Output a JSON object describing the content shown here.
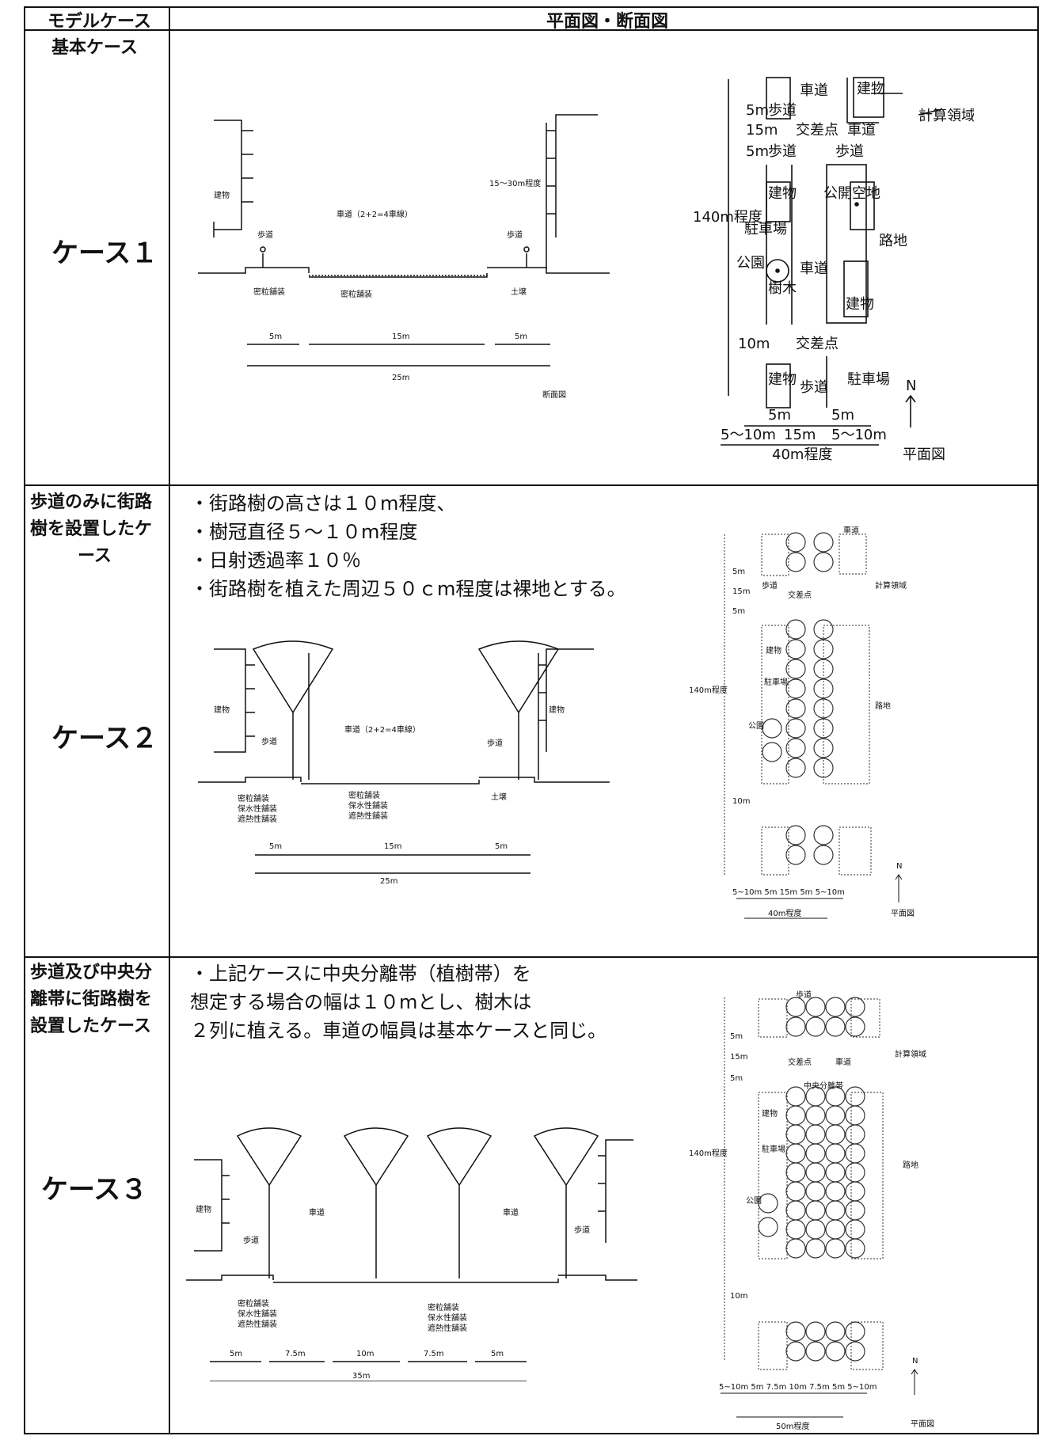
{
  "header": {
    "col1": "モデルケース",
    "col2": "平面図・断面図"
  },
  "rows": [
    {
      "side_label": "基本ケース",
      "case_name": "ケース１",
      "section": {
        "building": "建物",
        "sidewalk": "歩道",
        "road": "車道（2+2=4車線）",
        "height": "15～30m程度",
        "pave_left": "密粒舗装",
        "pave_mid": "密粒舗装",
        "soil": "土壌",
        "dim_5a": "5m",
        "dim_15": "15m",
        "dim_5b": "5m",
        "dim_25": "25m",
        "caption": "断面図"
      },
      "plan": {
        "road_top": "車道",
        "building_tr": "建物",
        "dim_5m_a": "5m",
        "sidewalk_a": "歩道",
        "calc_area": "計算領域",
        "dim_15m": "15m",
        "intersection_a": "交差点",
        "road_mid": "車道",
        "dim_5m_b": "5m",
        "sidewalk_b": "歩道",
        "sidewalk_c": "歩道",
        "building_l": "建物",
        "public_space": "公開空地",
        "length_label": "140m程度",
        "parking_a": "駐車場",
        "alley": "路地",
        "park": "公園",
        "tree": "樹木",
        "road_low": "車道",
        "building_r": "建物",
        "dim_10m": "10m",
        "intersection_b": "交差点",
        "building_b": "建物",
        "sidewalk_d": "歩道",
        "parking_b": "駐車場",
        "north": "N",
        "dim_5m_c": "5m",
        "dim_5m_d": "5m",
        "dim_5_10a": "5～10m",
        "dim_15m_b": "15m",
        "dim_5_10b": "5～10m",
        "dim_40": "40m程度",
        "caption": "平面図"
      }
    },
    {
      "side_label": "歩道のみに街路樹を設置したケース",
      "side_lines": [
        "歩道のみに街路",
        "樹を設置したケ",
        "ース"
      ],
      "case_name": "ケース２",
      "bullets": [
        "・街路樹の高さは１０m程度、",
        "・樹冠直径５～１０m程度",
        "・日射透過率１０％",
        "・街路樹を植えた周辺５０ｃm程度は裸地とする。"
      ],
      "section": {
        "building_l": "建物",
        "building_r": "建物",
        "sidewalk_l": "歩道",
        "sidewalk_r": "歩道",
        "road": "車道（2+2=4車線）",
        "pave_l": [
          "密粒舗装",
          "保水性舗装",
          "遮熱性舗装"
        ],
        "pave_m": [
          "密粒舗装",
          "保水性舗装",
          "遮熱性舗装"
        ],
        "soil": "土壌",
        "dim_5a": "5m",
        "dim_15": "15m",
        "dim_5b": "5m",
        "dim_25": "25m"
      },
      "plan": {
        "road": "車道",
        "calc_area": "計算領域",
        "sidewalk": "歩道",
        "intersection": "交差点",
        "length_label": "140m程度",
        "building": "建物",
        "parking": "駐車場",
        "alley": "路地",
        "park": "公園",
        "dim_5a": "5m",
        "dim_15": "15m",
        "dim_5b": "5m",
        "dim_10": "10m",
        "north": "N",
        "dims_bottom": "5~10m 5m 15m 5m 5~10m",
        "dim_40": "40m程度",
        "caption": "平面図"
      }
    },
    {
      "side_label": "歩道及び中央分離帯に街路樹を設置したケース",
      "side_lines": [
        "歩道及び中央分",
        "離帯に街路樹を",
        "設置したケース"
      ],
      "case_name": "ケース３",
      "bullets": [
        "・上記ケースに中央分離帯（植樹帯）を",
        "想定する場合の幅は１０mとし、樹木は",
        "２列に植える。車道の幅員は基本ケースと同じ。"
      ],
      "section": {
        "building": "建物",
        "sidewalk_l": "歩道",
        "road_l": "車道",
        "road_r": "車道",
        "sidewalk_r": "歩道",
        "pave_l": [
          "密粒舗装",
          "保水性舗装",
          "遮熱性舗装"
        ],
        "pave_m": [
          "密粒舗装",
          "保水性舗装",
          "遮熱性舗装"
        ],
        "dims": [
          "5m",
          "7.5m",
          "10m",
          "7.5m",
          "5m"
        ],
        "dim_35": "35m"
      },
      "plan": {
        "sidewalk": "歩道",
        "calc_area": "計算領域",
        "intersection": "交差点",
        "road": "車道",
        "median": "中央分離帯",
        "length_label": "140m程度",
        "building": "建物",
        "parking": "駐車場",
        "alley": "路地",
        "park": "公園",
        "dim_5a": "5m",
        "dim_15": "15m",
        "dim_5b": "5m",
        "dim_10": "10m",
        "north": "N",
        "dims_bottom": "5~10m 5m 7.5m 10m 7.5m 5m 5~10m",
        "dim_50": "50m程度",
        "caption": "平面図"
      }
    }
  ]
}
